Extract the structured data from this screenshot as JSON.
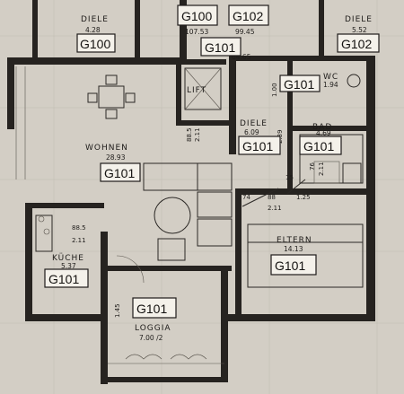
{
  "labels": {
    "g100_tl": "G100",
    "g100_top": "G100",
    "g102_top": "G102",
    "g102_tr": "G102",
    "g101_top": "G101",
    "g101_wc": "G101",
    "g101_bad": "G101",
    "g101_diele": "G101",
    "g101_wohnen": "G101",
    "g101_kueche": "G101",
    "g101_loggia": "G101",
    "g101_eltern": "G101",
    "diele_tl": "DIELE",
    "diele_tr": "DIELE",
    "diele_mid": "DIELE",
    "wohnen": "WOHNEN",
    "kueche": "KÜCHE",
    "loggia": "LOGGIA",
    "eltern": "ELTERN",
    "lift": "LIFT",
    "wc": "WC",
    "bad": "BAD"
  },
  "areas": {
    "diele_tl": "4.28",
    "diele_tr": "5.52",
    "g100_top": "107.53",
    "g102_top": "99.45",
    "g101_top": "64.65",
    "wc": "1.94",
    "bad": "4.69",
    "diele_mid": "6.09",
    "wohnen": "28.93",
    "kueche": "5.37",
    "loggia": "7.00 /2",
    "eltern": "14.13"
  },
  "dims": {
    "d885": "88.5",
    "d211a": "2.11",
    "d885b": "88.5",
    "d211b": "2.11",
    "d74": "74",
    "d88": "88",
    "d211c": "2.11",
    "d125": "1.25",
    "d145": "1.45",
    "d100": "1.00",
    "d76": "76",
    "d211d": "2.11",
    "d15": "15",
    "d239": "2.39"
  }
}
